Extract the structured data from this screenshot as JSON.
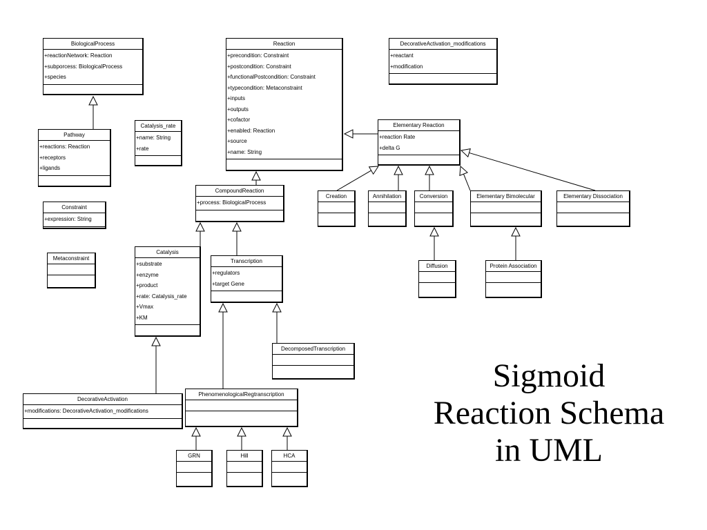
{
  "title": [
    "Sigmoid",
    "Reaction Schema",
    "in UML"
  ],
  "classes": [
    {
      "id": "BiologicalProcess",
      "name": "BiologicalProcess",
      "attrs": [
        "+reactionNetwork: Reaction",
        "+subporcess: BiologicalProcess",
        "+species"
      ]
    },
    {
      "id": "Pathway",
      "name": "Pathway",
      "attrs": [
        "+reactions: Reaction",
        "+receptors",
        "+ligands"
      ]
    },
    {
      "id": "Constraint",
      "name": "Constraint",
      "attrs": [
        "+expression: String"
      ]
    },
    {
      "id": "Metaconstraint",
      "name": "Metaconstraint",
      "attrs": []
    },
    {
      "id": "Catalysis_rate",
      "name": "Catalysis_rate",
      "attrs": [
        "+name: String",
        "+rate"
      ]
    },
    {
      "id": "Reaction",
      "name": "Reaction",
      "attrs": [
        "+precondition: Constraint",
        "+postcondition: Constraint",
        "+functionalPostcondition: Constraint",
        "+typecondition: Metaconstraint",
        "+inputs",
        "+outputs",
        "+cofactor",
        "+enabled: Reaction",
        "+source",
        "+name: String"
      ]
    },
    {
      "id": "DecorativeActivation_modifications",
      "name": "DecorativeActivation_modifications",
      "attrs": [
        "+reactant",
        "+modification"
      ]
    },
    {
      "id": "ElementaryReaction",
      "name": "Elementary Reaction",
      "attrs": [
        "+reaction Rate",
        "+delta G"
      ]
    },
    {
      "id": "CompoundReaction",
      "name": "CompoundReaction",
      "attrs": [
        "+process: BiologicalProcess"
      ]
    },
    {
      "id": "Creation",
      "name": "Creation",
      "attrs": []
    },
    {
      "id": "Annihilation",
      "name": "Annihilation",
      "attrs": []
    },
    {
      "id": "Conversion",
      "name": "Conversion",
      "attrs": []
    },
    {
      "id": "ElementaryBimolecular",
      "name": "Elementary Bimolecular",
      "attrs": []
    },
    {
      "id": "ElementaryDissociation",
      "name": "Elementary Dissociation",
      "attrs": []
    },
    {
      "id": "Catalysis",
      "name": "Catalysis",
      "attrs": [
        "+substrate",
        "+enzyme",
        "+product",
        "+rate: Catalysis_rate",
        "+Vmax",
        "+KM"
      ]
    },
    {
      "id": "Transcription",
      "name": "Transcription",
      "attrs": [
        "+regulators",
        "+target Gene"
      ]
    },
    {
      "id": "Diffusion",
      "name": "Diffusion",
      "attrs": []
    },
    {
      "id": "ProteinAssociation",
      "name": "Protein Association",
      "attrs": []
    },
    {
      "id": "DecomposedTranscription",
      "name": "DecomposedTranscription",
      "attrs": []
    },
    {
      "id": "DecorativeActivation",
      "name": "DecorativeActivation",
      "attrs": [
        "+modifications: DecorativeActivation_modifications"
      ]
    },
    {
      "id": "PhenomenologicalRegtranscription",
      "name": "PhenomenologicalRegtranscription",
      "attrs": []
    },
    {
      "id": "GRN",
      "name": "GRN",
      "attrs": []
    },
    {
      "id": "Hill",
      "name": "Hill",
      "attrs": []
    },
    {
      "id": "HCA",
      "name": "HCA",
      "attrs": []
    }
  ],
  "generalizations": [
    {
      "child": "Pathway",
      "parent": "BiologicalProcess"
    },
    {
      "child": "ElementaryReaction",
      "parent": "Reaction"
    },
    {
      "child": "CompoundReaction",
      "parent": "Reaction"
    },
    {
      "child": "Creation",
      "parent": "ElementaryReaction"
    },
    {
      "child": "Annihilation",
      "parent": "ElementaryReaction"
    },
    {
      "child": "Conversion",
      "parent": "ElementaryReaction"
    },
    {
      "child": "ElementaryBimolecular",
      "parent": "ElementaryReaction"
    },
    {
      "child": "ElementaryDissociation",
      "parent": "ElementaryReaction"
    },
    {
      "child": "Catalysis",
      "parent": "CompoundReaction"
    },
    {
      "child": "Transcription",
      "parent": "CompoundReaction"
    },
    {
      "child": "Diffusion",
      "parent": "Conversion"
    },
    {
      "child": "ProteinAssociation",
      "parent": "ElementaryBimolecular"
    },
    {
      "child": "DecomposedTranscription",
      "parent": "Transcription"
    },
    {
      "child": "PhenomenologicalRegtranscription",
      "parent": "Transcription"
    },
    {
      "child": "DecorativeActivation",
      "parent": "Catalysis"
    },
    {
      "child": "GRN",
      "parent": "PhenomenologicalRegtranscription"
    },
    {
      "child": "Hill",
      "parent": "PhenomenologicalRegtranscription"
    },
    {
      "child": "HCA",
      "parent": "PhenomenologicalRegtranscription"
    }
  ]
}
